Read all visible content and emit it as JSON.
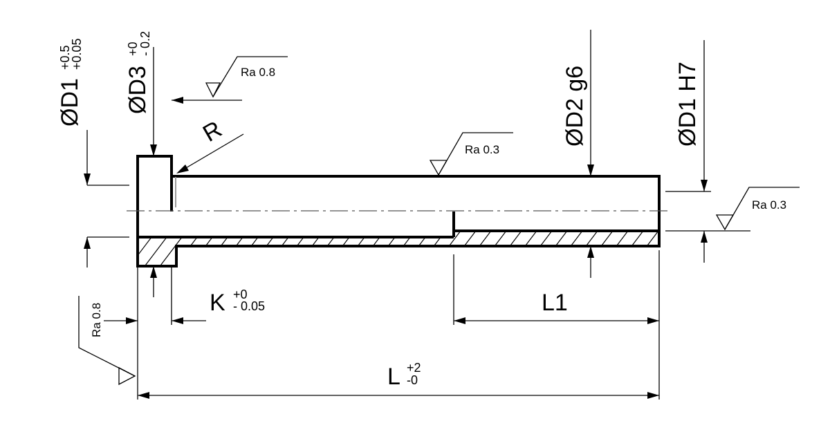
{
  "labels": {
    "d1_upper": {
      "main": "ØD1",
      "tol_upper": "+0.5",
      "tol_lower": "+0.05"
    },
    "d3": {
      "main": "ØD3",
      "tol_upper": "+0",
      "tol_lower": "- 0.2"
    },
    "d2": "ØD2 g6",
    "d1_fit": "ØD1 H7",
    "radius": "R",
    "k": {
      "main": "K",
      "tol_upper": "+0",
      "tol_lower": "- 0.05"
    },
    "l1": "L1",
    "l": {
      "main": "L",
      "tol_upper": "+2",
      "tol_lower": "-0"
    }
  },
  "roughness": {
    "head_face": "Ra 0.8",
    "shaft": "Ra 0.3",
    "bore": "Ra 0.3",
    "head_left": "Ra 0.8"
  }
}
